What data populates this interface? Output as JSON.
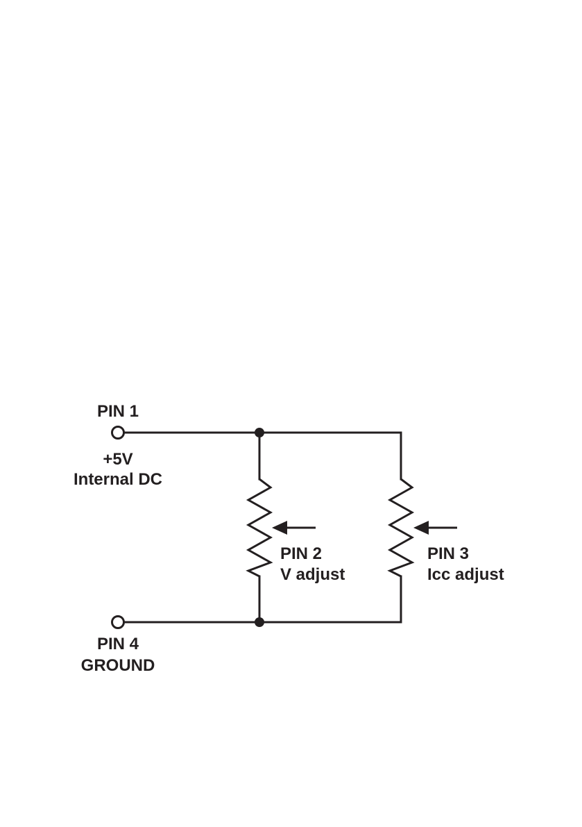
{
  "diagram": {
    "type": "circuit-schematic",
    "colors": {
      "ink": "#231f20",
      "background": "#ffffff"
    },
    "terminals": [
      {
        "id": "pin1",
        "label": "PIN 1",
        "sublabel1": "+5V",
        "sublabel2": "Internal DC"
      },
      {
        "id": "pin4",
        "label": "PIN 4",
        "sublabel1": "GROUND"
      }
    ],
    "potentiometers": [
      {
        "id": "pin2",
        "label": "PIN 2",
        "sublabel": "V adjust"
      },
      {
        "id": "pin3",
        "label": "PIN 3",
        "sublabel": "Icc adjust"
      }
    ],
    "junctions": [
      "top-node",
      "bottom-node"
    ]
  }
}
